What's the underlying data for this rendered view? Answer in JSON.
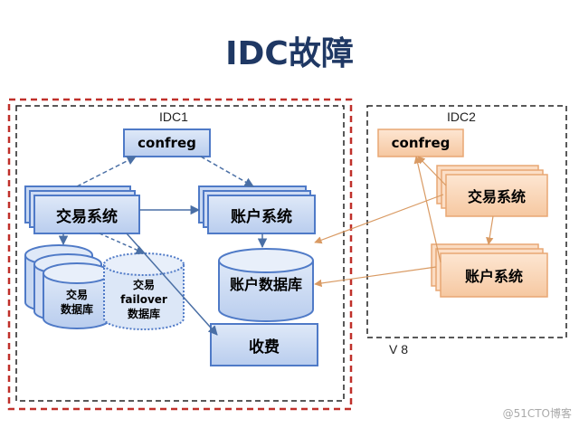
{
  "title": "IDC故障",
  "idc1": {
    "label": "IDC1",
    "confreg": "confreg",
    "trade_system": "交易系统",
    "account_system": "账户系统",
    "trade_db_line1": "交易",
    "trade_db_line2": "数据库",
    "failover_line1": "交易",
    "failover_line2": "failover",
    "failover_line3": "数据库",
    "account_db": "账户数据库",
    "fees": "收费"
  },
  "idc2": {
    "label": "IDC2",
    "confreg": "confreg",
    "trade_system": "交易系统",
    "account_system": "账户系统"
  },
  "version_label": "V 8",
  "watermark": "@51CTO博客",
  "colors": {
    "title": "#1f3864",
    "idc1_fill": "#4f7ac7",
    "idc2_fill": "#f7c9a0",
    "outer_border": "#c0302a",
    "arrow_blue": "#4a6fa5",
    "arrow_orange": "#d99a63"
  }
}
